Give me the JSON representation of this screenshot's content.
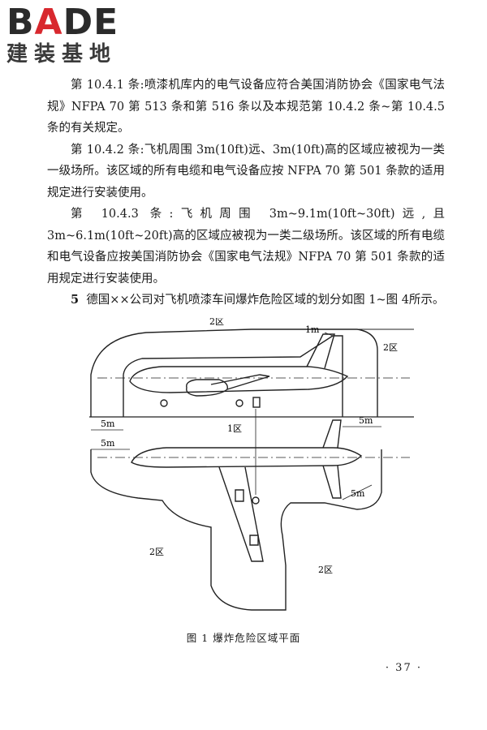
{
  "logo": {
    "brand_prefix": "B",
    "brand_accent": "A",
    "brand_suffix": "DE",
    "brand_cn": "建装基地",
    "accent_color": "#d8282e"
  },
  "paragraphs": [
    {
      "id": "p1",
      "text": "第 10.4.1 条:喷漆机库内的电气设备应符合美国消防协会《国家电气法规》NFPA 70 第 513 条和第 516 条以及本规范第 10.4.2 条~第 10.4.5 条的有关规定。"
    },
    {
      "id": "p2",
      "text": "第 10.4.2 条:飞机周围 3m(10ft)远、3m(10ft)高的区域应被视为一类一级场所。该区域的所有电缆和电气设备应按 NFPA 70 第 501 条款的适用规定进行安装使用。"
    },
    {
      "id": "p3",
      "text": "第 10.4.3 条:飞机周围 3m~9.1m(10ft~30ft)远,且 3m~6.1m(10ft~20ft)高的区域应被视为一类二级场所。该区域的所有电缆和电气设备应按美国消防协会《国家电气法规》NFPA 70 第 501 条款的适用规定进行安装使用。"
    }
  ],
  "section": {
    "number": "5",
    "text": "德国××公司对飞机喷漆车间爆炸危险区域的划分如图 1~图 4所示。"
  },
  "figure": {
    "labels": {
      "zone2_top": "2区",
      "zone2_right": "2区",
      "zone2_left": "2区",
      "zone2_bottom": "2区",
      "zone1": "1区",
      "dim_1m": "1m",
      "dim_5m_left": "5m",
      "dim_5m_right": "5m",
      "dim_5m_left_plan": "5m",
      "dim_5m_tail": "5m"
    },
    "caption": "图 1  爆炸危险区域平面"
  },
  "page_number": "· 37 ·"
}
